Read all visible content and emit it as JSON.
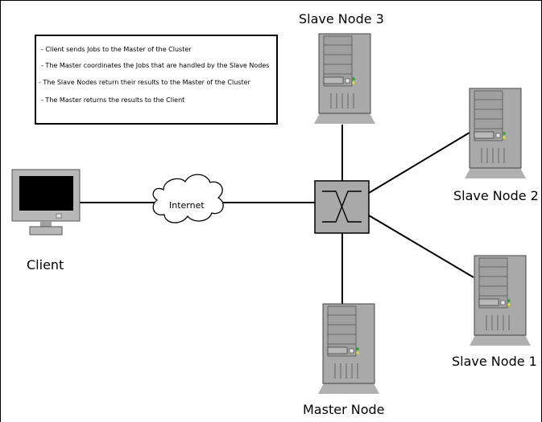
{
  "notes": [
    "- Client sends Jobs to the Master of the Cluster",
    "- The Master coordinates the Jobs that are handled by the Slave Nodes",
    "- The Slave Nodes return their results to the Master of the Cluster",
    "- The Master returns the results to the Client"
  ],
  "labels": {
    "client": "Client",
    "internet": "Internet",
    "master": "Master Node",
    "slave1": "Slave Node 1",
    "slave2": "Slave Node 2",
    "slave3": "Slave Node 3"
  },
  "icons": {
    "client": "desktop-computer-icon",
    "cloud": "cloud-icon",
    "switch": "network-switch-icon",
    "server": "tower-server-icon"
  },
  "colors": {
    "line": "#000000",
    "server_body": "#a9a9a9",
    "screen": "#000000",
    "switch_fill": "#a9a9a9",
    "led_green": "#22aa22",
    "led_yellow": "#dddd22"
  }
}
